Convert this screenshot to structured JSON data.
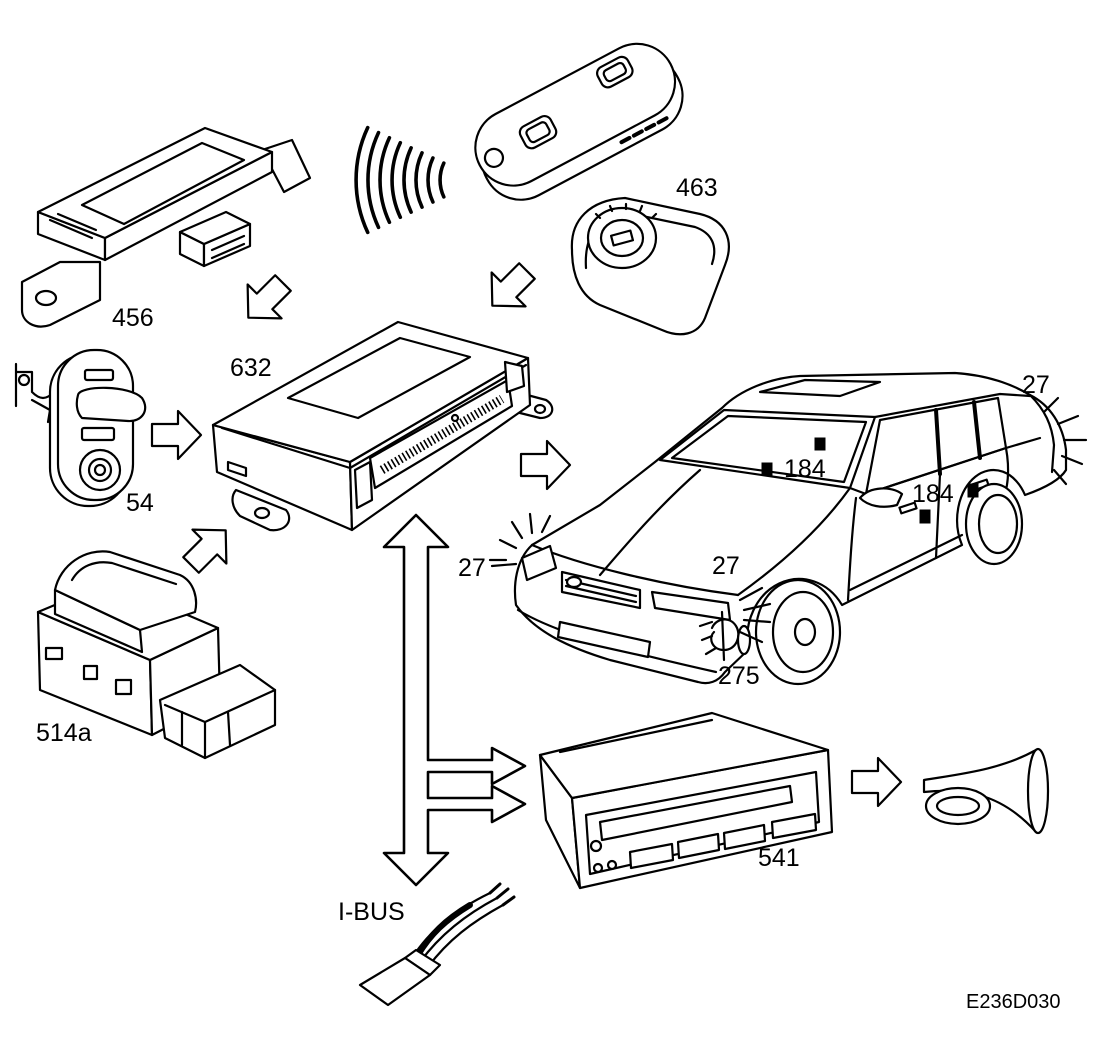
{
  "figure_code": "E236D030",
  "components": {
    "receiver": {
      "label": "456"
    },
    "ignition_switch": {
      "label": "463"
    },
    "control_module": {
      "label": "632"
    },
    "door_switch": {
      "label": "54"
    },
    "rocker_switch": {
      "label": "514a"
    },
    "siren_module": {
      "label": "541"
    }
  },
  "bus": {
    "label": "I-BUS"
  },
  "car_callouts": [
    "27",
    "184",
    "184",
    "27",
    "27",
    "275"
  ],
  "colors": {
    "line": "#000000",
    "background": "#ffffff"
  }
}
